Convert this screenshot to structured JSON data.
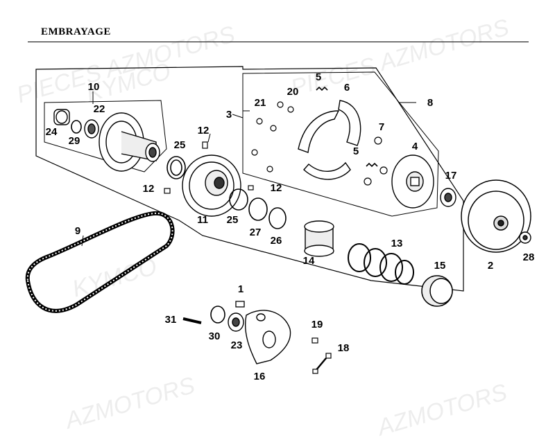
{
  "title": "EMBRAYAGE",
  "watermarks": [
    "PIECES AZMOTORS",
    "KYMCO",
    "PIECES AZMOTORS",
    "KYMCO",
    "AZMOTORS",
    "AZMOTORS"
  ],
  "callouts": [
    {
      "id": "c10",
      "text": "10"
    },
    {
      "id": "c22",
      "text": "22"
    },
    {
      "id": "c24",
      "text": "24"
    },
    {
      "id": "c29",
      "text": "29"
    },
    {
      "id": "c25a",
      "text": "25"
    },
    {
      "id": "c12a",
      "text": "12"
    },
    {
      "id": "c12b",
      "text": "12"
    },
    {
      "id": "c11",
      "text": "11"
    },
    {
      "id": "c25b",
      "text": "25"
    },
    {
      "id": "c12c",
      "text": "12"
    },
    {
      "id": "c27",
      "text": "27"
    },
    {
      "id": "c26",
      "text": "26"
    },
    {
      "id": "c3",
      "text": "3"
    },
    {
      "id": "c21",
      "text": "21"
    },
    {
      "id": "c5a",
      "text": "5"
    },
    {
      "id": "c20",
      "text": "20"
    },
    {
      "id": "c6",
      "text": "6"
    },
    {
      "id": "c8",
      "text": "8"
    },
    {
      "id": "c7",
      "text": "7"
    },
    {
      "id": "c5b",
      "text": "5"
    },
    {
      "id": "c4",
      "text": "4"
    },
    {
      "id": "c17",
      "text": "17"
    },
    {
      "id": "c9",
      "text": "9"
    },
    {
      "id": "c14",
      "text": "14"
    },
    {
      "id": "c13",
      "text": "13"
    },
    {
      "id": "c15",
      "text": "15"
    },
    {
      "id": "c2",
      "text": "2"
    },
    {
      "id": "c28",
      "text": "28"
    },
    {
      "id": "c1",
      "text": "1"
    },
    {
      "id": "c31",
      "text": "31"
    },
    {
      "id": "c30",
      "text": "30"
    },
    {
      "id": "c23",
      "text": "23"
    },
    {
      "id": "c16",
      "text": "16"
    },
    {
      "id": "c19",
      "text": "19"
    },
    {
      "id": "c18",
      "text": "18"
    }
  ]
}
